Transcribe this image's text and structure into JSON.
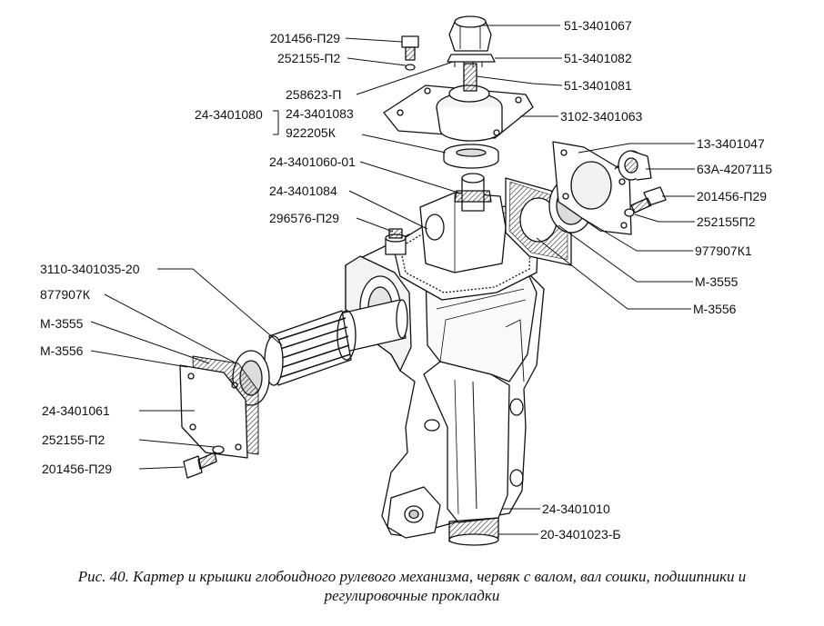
{
  "labels": {
    "l_201456_p29_top": "201456-П29",
    "l_252155_p2_top": "252155-П2",
    "l_24_3401080": "24-3401080",
    "l_258623_p": "258623-П",
    "l_24_3401083": "24-3401083",
    "l_922205k": "922205К",
    "l_24_3401060_01": "24-3401060-01",
    "l_24_3401084": "24-3401084",
    "l_296576_p29": "296576-П29",
    "l_3110_3401035_20": "3110-3401035-20",
    "l_877907k": "877907К",
    "l_m3555_left": "М-3555",
    "l_m3556_left": "М-3556",
    "l_24_3401061": "24-3401061",
    "l_252155_p2_left": "252155-П2",
    "l_201456_p29_left": "201456-П29",
    "r_51_3401067": "51-3401067",
    "r_51_3401082": "51-3401082",
    "r_51_3401081": "51-3401081",
    "r_3102_3401063": "3102-3401063",
    "r_13_3401047": "13-3401047",
    "r_63a_4207115": "63А-4207115",
    "r_201456_p29": "201456-П29",
    "r_252155p2": "252155П2",
    "r_977907k1": "977907К1",
    "r_m3555": "М-3555",
    "r_m3556": "М-3556",
    "r_24_3401010": "24-3401010",
    "r_20_3401023_b": "20-3401023-Б"
  },
  "caption": {
    "line1": "Рис. 40. Картер и крышки глобоидного рулевого механизма, червяк с валом, вал сошки, подшипники и",
    "line2": "регулировочные прокладки"
  },
  "colors": {
    "ink": "#111111",
    "paper": "#ffffff",
    "shade": "#bdbdbd"
  }
}
